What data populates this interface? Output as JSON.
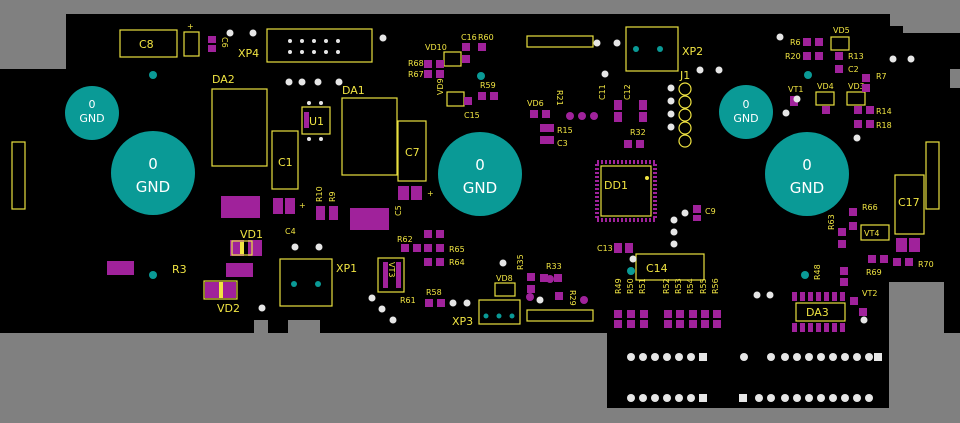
{
  "board": {
    "colors": {
      "background": "#808080",
      "board": "#000000",
      "silk": "#f0e442",
      "pad": "#a0229b",
      "copper": "#0a9a96",
      "via": "#e6e6e6"
    }
  },
  "mounting_holes": [
    {
      "id": "gnd-small-left",
      "value": "0",
      "net": "GND"
    },
    {
      "id": "gnd-big-left",
      "value": "0",
      "net": "GND"
    },
    {
      "id": "gnd-big-center",
      "value": "0",
      "net": "GND"
    },
    {
      "id": "gnd-big-right",
      "value": "0",
      "net": "GND"
    },
    {
      "id": "gnd-small-right",
      "value": "0",
      "net": "GND"
    }
  ],
  "designators": {
    "C8": "C8",
    "XP4": "XP4",
    "DA2": "DA2",
    "DA1": "DA1",
    "U1": "U1",
    "C1": "C1",
    "C7": "C7",
    "C4": "C4",
    "C5": "C5",
    "C6": "C6",
    "R10": "R10",
    "R9": "R9",
    "VD1": "VD1",
    "VD2": "VD2",
    "R3": "R3",
    "XP1": "XP1",
    "VT3": "VT3",
    "R61": "R61",
    "R62": "R62",
    "R65": "R65",
    "R64": "R64",
    "R58": "R58",
    "VD10": "VD10",
    "C16": "C16",
    "R60": "R60",
    "R68": "R68",
    "R67": "R67",
    "VD9": "VD9",
    "R59": "R59",
    "C15": "C15",
    "VD6": "VD6",
    "R21": "R21",
    "R15": "R15",
    "C3": "C3",
    "C11": "C11",
    "C12": "C12",
    "R32": "R32",
    "XP2": "XP2",
    "J1": "J1",
    "DD1": "DD1",
    "C9": "C9",
    "C13": "C13",
    "C14": "C14",
    "VD8": "VD8",
    "R35": "R35",
    "R33": "R33",
    "R29": "R29",
    "XP3": "XP3",
    "R49": "R49",
    "R50": "R50",
    "R51": "R51",
    "R52": "R52",
    "R53": "R53",
    "R54": "R54",
    "R55": "R55",
    "R56": "R56",
    "R6": "R6",
    "VD5": "VD5",
    "R20": "R20",
    "R13": "R13",
    "C2": "C2",
    "R7": "R7",
    "VT1": "VT1",
    "VD4": "VD4",
    "VD3": "VD3",
    "R14": "R14",
    "R18": "R18",
    "C17": "C17",
    "R66": "R66",
    "R63": "R63",
    "VT4": "VT4",
    "R69": "R69",
    "R70": "R70",
    "R48": "R48",
    "VT2": "VT2",
    "DA3": "DA3",
    "plus": "+"
  }
}
